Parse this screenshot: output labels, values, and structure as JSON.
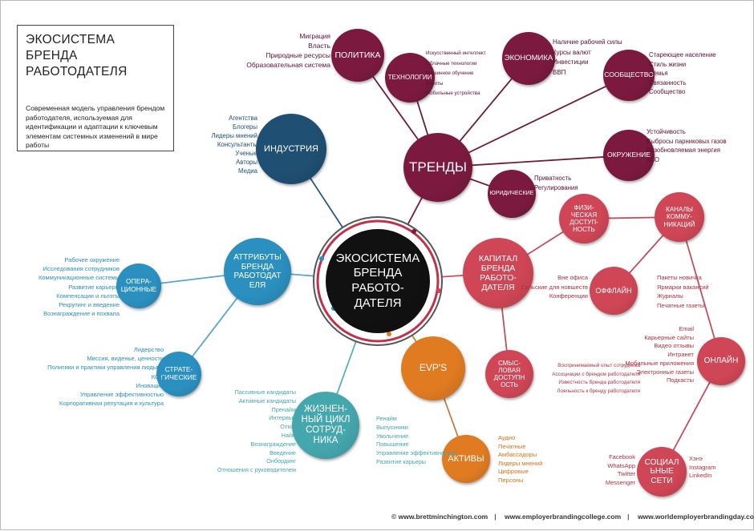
{
  "title": "ЭКОСИСТЕМА БРЕНДА РАБОТОДАТЕЛЯ",
  "description": "Современная модель управления брендом работодателя, используемая для идентификации и адаптации к ключевым элементам системных изменений в мире работы",
  "colors": {
    "trends": "#7b1a3e",
    "industry": "#1f4f72",
    "capital": "#cf4656",
    "evp": "#e07b22",
    "attributes": "#2b8fc0",
    "lifecycle": "#45a7ae",
    "center": "#111111",
    "ring": "#c0314a"
  },
  "center": {
    "label": "ЭКОСИСТЕМА\nБРЕНДА\nРАБОТО-\nДАТЕЛЯ"
  },
  "nodes": {
    "politics": {
      "label": "ПОЛИТИКА",
      "items": [
        "Миграция",
        "Власть",
        "Природные ресурсы",
        "Образовательная система"
      ]
    },
    "technology": {
      "label": "ТЕХНОЛОГИИ",
      "items": [
        "Искусственный интеллект",
        "Облачные технологии",
        "Машинное обучение",
        "Роботы",
        "Мобильные устройства"
      ]
    },
    "economy": {
      "label": "ЭКОНОМИКА",
      "items": [
        "Наличие рабочей силы",
        "Курсы валют",
        "Инвестиции",
        "ВВП"
      ]
    },
    "community": {
      "label": "СООБЩЕСТВО",
      "items": [
        "Стареющее население",
        "Стиль жизни",
        "Семья",
        "Связанность",
        "Сообщество"
      ]
    },
    "trends": {
      "label": "ТРЕНДЫ",
      "items": []
    },
    "environment": {
      "label": "ОКРУЖЕНИЕ",
      "items": [
        "Устойчивость",
        "Выбросы парниковых газов",
        "Возобновляемая энергия",
        "КСО"
      ]
    },
    "legal": {
      "label": "ЮРИДИЧЕСКИЕ",
      "items": [
        "Приватность",
        "Регулирования"
      ]
    },
    "industry": {
      "label": "ИНДУСТРИЯ",
      "items": [
        "Агентства",
        "Блогеры",
        "Лидеры мнений",
        "Консультанты",
        "Ученые",
        "Авторы",
        "Медиа"
      ]
    },
    "capital": {
      "label": "КАПИТАЛ\nБРЕНДА\nРАБОТО-\nДАТЕЛЯ",
      "items": []
    },
    "physical": {
      "label": "ФИЗИ-\nЧЕСКАЯ\nДОСТУП-\nНОСТЬ",
      "items": []
    },
    "channels": {
      "label": "КАНАЛЫ\nКОММУ-\nНИКАЦИЙ",
      "items": []
    },
    "offline": {
      "label": "ОФФЛАЙН",
      "items_left": [
        "Вне офиса",
        "Сельские для новшеств",
        "Конференции"
      ],
      "items": [
        "Пакеты новичка",
        "Ярмарки вакансий",
        "Журналы",
        "Печатные газеты"
      ]
    },
    "online": {
      "label": "ОНЛАЙН",
      "items": [
        "Email",
        "Карьерные сайты",
        "Видео отзывы",
        "Интранет",
        "Мобильные приложения",
        "Электронные газеты",
        "Подкасты"
      ]
    },
    "social": {
      "label": "СОЦИАЛ\nЬНЫЕ\nСЕТИ",
      "items_left": [
        "Facebook",
        "WhatsApp",
        "Twitter",
        "Messenger"
      ],
      "items": [
        "Хэнэ",
        "Instagram",
        "LinkedIn"
      ]
    },
    "meaning": {
      "label": "СМЫС-\nЛОВАЯ\nДОСТУПН\nОСТЬ",
      "items": [
        "Воспринимаемый опыт сотрудника",
        "Ассоциации с брендом работодателя",
        "Известность бренда работодателя",
        "Лояльность к бренду работодателя"
      ]
    },
    "evp": {
      "label": "EVP'S",
      "items": []
    },
    "assets": {
      "label": "АКТИВЫ",
      "items": [
        "Аудио",
        "Печатные",
        "Амбассадоры",
        "Лидеры мнений",
        "Цифровые",
        "Персоны"
      ]
    },
    "attributes": {
      "label": "АТТРИБУТЫ\nБРЕНДА\nРАБОТОДАТ\nЕЛЯ",
      "items": []
    },
    "operational": {
      "label": "ОПЕРА-\nЦИОННЫЕ",
      "items": [
        "Рабочее окружение",
        "Исследования сотрудников",
        "Коммуникационные системы",
        "Развитие карьеры",
        "Компенсации и льготы",
        "Рекрутинг и введение",
        "Вознаграждение и похвала"
      ]
    },
    "strategic": {
      "label": "СТРАТЕ-\nГИЧЕСКИЕ",
      "items": [
        "Лидерство",
        "Миссия, виденье, ценности",
        "Политики и практики управления людьми",
        "КСО",
        "Иновации",
        "Управление эффективностью",
        "Корпоративная репутация и культура"
      ]
    },
    "lifecycle": {
      "label": "ЖИЗНЕН-\nНЫЙ ЦИКЛ\nСОТРУД-\nНИКА",
      "items_left": [
        "Пассивные кандидаты",
        "Активные кандидаты",
        "Пренайм",
        "Интервью",
        "Отказ",
        "Найм",
        "Вознаграждение",
        "Введение",
        "Онбординг",
        "Отношения с руководителем"
      ],
      "items": [
        "Ренайм",
        "Выпускники",
        "Увольнение",
        "Повышение",
        "Управление эффективностью",
        "Развитие карьеры"
      ]
    }
  },
  "footer": [
    "© www.brettminchington.com",
    "www.employerbrandingcollege.com",
    "www.worldemployerbrandingday.community"
  ]
}
